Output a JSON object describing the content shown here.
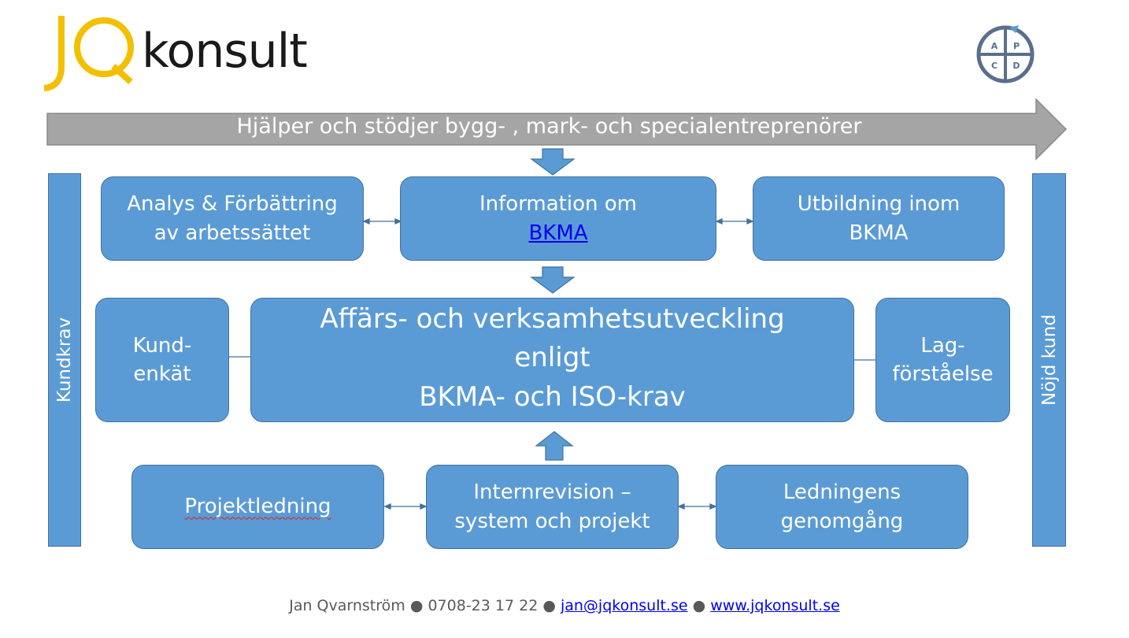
{
  "logo": {
    "letters": "JQ",
    "word": "konsult"
  },
  "pdca": {
    "a": "A",
    "p": "P",
    "c": "C",
    "d": "D"
  },
  "banner": "Hjälper och stödjer bygg- , mark- och specialentreprenörer",
  "side_left": "Kundkrav",
  "side_right": "Nöjd kund",
  "top_row": {
    "left": [
      "Analys & Förbättring",
      "av arbetssättet"
    ],
    "center_line1": "Information om",
    "center_link": "BKMA",
    "right": [
      "Utbildning inom",
      "BKMA"
    ]
  },
  "middle_row": {
    "left": [
      "Kund-",
      "enkät"
    ],
    "center": [
      "Affärs- och verksamhetsutveckling",
      "enligt",
      "BKMA- och ISO-krav"
    ],
    "right": [
      "Lag-",
      "förståelse"
    ]
  },
  "bottom_row": {
    "left": "Projektledning",
    "center": [
      "Internrevision –",
      "system och projekt"
    ],
    "right": [
      "Ledningens",
      "genomgång"
    ]
  },
  "footer": {
    "name": "Jan Qvarnström",
    "phone": "0708-23 17 22",
    "email": "jan@jqkonsult.se",
    "web": "www.jqkonsult.se",
    "sep": " ● "
  },
  "colors": {
    "box": "#5b9bd5",
    "border": "#41719c",
    "banner": "#a5a5a5",
    "logo_yellow": "#f2c000"
  }
}
